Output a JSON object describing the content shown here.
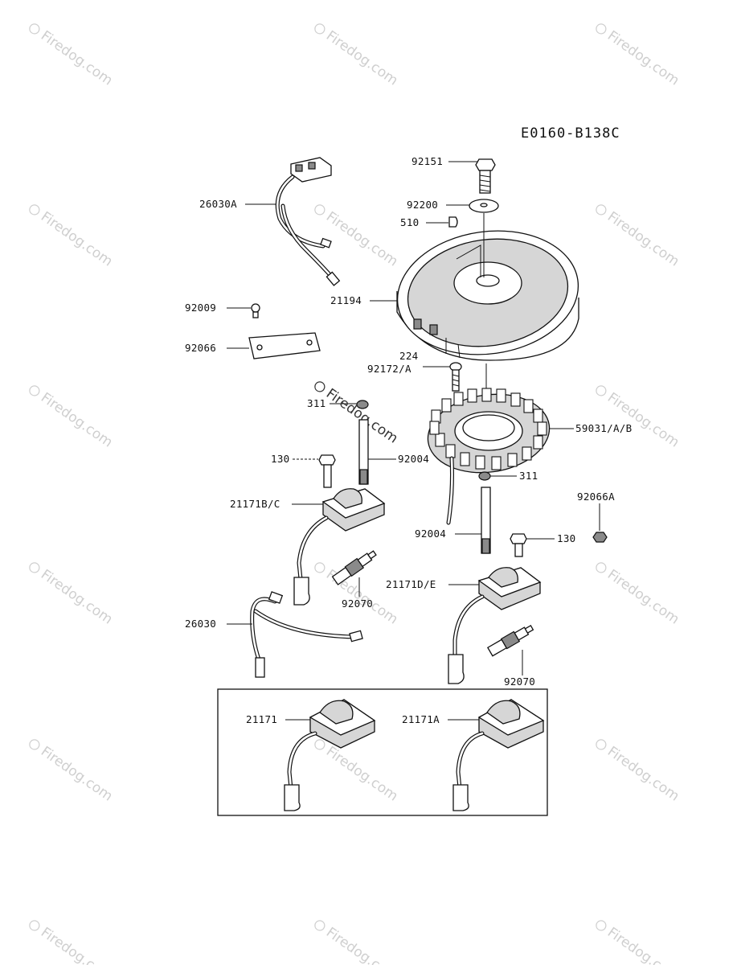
{
  "diagram_code": "E0160-B138C",
  "watermark": "Firedog.com",
  "labels": {
    "p92151": "92151",
    "p92200": "92200",
    "p510": "510",
    "p26030A": "26030A",
    "p21194": "21194",
    "p92009": "92009",
    "p92066": "92066",
    "p224": "224",
    "p92172A": "92172/A",
    "p311a": "311",
    "p59031": "59031/A/B",
    "p130a": "130",
    "p92004a": "92004",
    "p311b": "311",
    "p92066A": "92066A",
    "p21171BC": "21171B/C",
    "p92004b": "92004",
    "p130b": "130",
    "p21171DE": "21171D/E",
    "p92070a": "92070",
    "p26030": "26030",
    "p92070b": "92070",
    "p21171": "21171",
    "p21171A": "21171A"
  }
}
